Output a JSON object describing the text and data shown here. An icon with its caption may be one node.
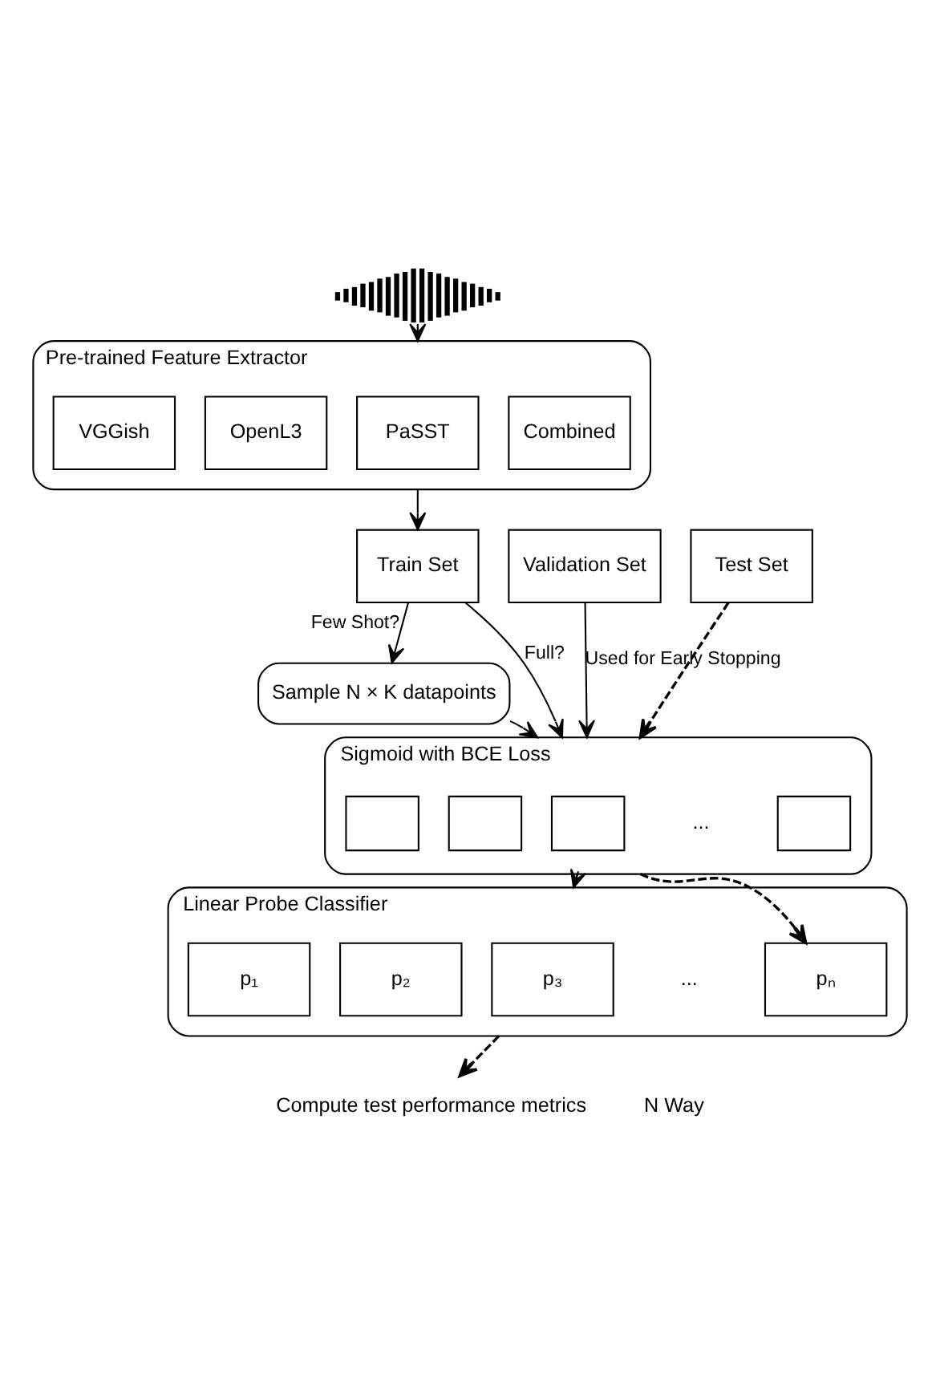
{
  "diagram": {
    "nodes": [
      {
        "text": [],
        "shape": "picture"
      },
      {
        "text": [
          "Pre-trained Feature Extractor"
        ]
      },
      {
        "text": [
          "VGGish"
        ],
        "in": 1
      },
      {
        "text": [
          "OpenL3"
        ],
        "in": 1
      },
      {
        "text": [
          "PaSST"
        ],
        "in": 1
      },
      {
        "text": [
          "Combined"
        ],
        "in": 1
      },
      {
        "text": [
          "Train Set"
        ]
      },
      {
        "text": [
          "Validation Set"
        ]
      },
      {
        "text": [
          "Test Set"
        ]
      },
      {
        "text": [
          "Sample N × K datapoints"
        ]
      },
      {
        "text": [
          "Sigmoid with BCE Loss"
        ]
      },
      {
        "text": [],
        "shape": "box",
        "in": 10
      },
      {
        "text": [],
        "shape": "box",
        "in": 10
      },
      {
        "text": [],
        "shape": "box",
        "in": 10
      },
      {
        "text": [],
        "shape": "box",
        "in": 10
      },
      {
        "text": [
          "Linear Probe Classifier"
        ]
      },
      {
        "text": [
          "p₁"
        ],
        "in": 15
      },
      {
        "text": [
          "p₂"
        ],
        "in": 15
      },
      {
        "text": [
          "p₃"
        ],
        "in": 15
      },
      {
        "text": [
          "pₙ"
        ],
        "in": 15
      },
      {
        "text": [
          "Compute test performance metrics"
        ]
      }
    ],
    "edges": [
      {
        "from": 0,
        "to": 1,
        "arrow": "to"
      },
      {
        "from": 1,
        "to": 6,
        "arrow": "to"
      },
      {
        "from": 6,
        "to": 9,
        "arrow": "to",
        "label": "Few Shot?"
      },
      {
        "from": 6,
        "to": 10,
        "arrow": "to",
        "label": "Full?"
      },
      {
        "from": 7,
        "to": 10,
        "arrow": "to",
        "label": "Used for Early Stopping"
      },
      {
        "from": 8,
        "to": 10,
        "arrow": "to",
        "style": "dashed"
      },
      {
        "from": 9,
        "to": 10,
        "arrow": "to"
      },
      {
        "from": 10,
        "to": 15,
        "arrow": "to"
      },
      {
        "from": 10,
        "to": 19,
        "arrow": "to",
        "style": "dashed"
      },
      {
        "from": 15,
        "to": 20,
        "arrow": "to",
        "style": "dashed"
      }
    ],
    "labels": [
      "...",
      "...",
      "N Way"
    ]
  }
}
